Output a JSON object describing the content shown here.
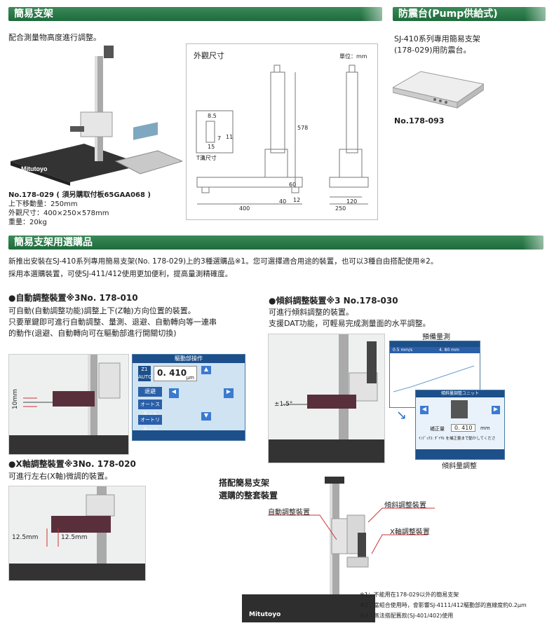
{
  "sec1": {
    "title": "簡易支架",
    "desc": "配合測量物高度進行調整。",
    "model": "No.178-029 ( 須另購取付板65GAA068 )",
    "spec1": "上下移動量：250mm",
    "spec2": "外觀尺寸：400×250×578mm",
    "spec3": "重量：20kg",
    "drawing": {
      "title": "外觀尺寸",
      "unit": "單位：mm",
      "groove": "T溝尺寸",
      "d_85": "8.5",
      "d_7": "7",
      "d_11": "11",
      "d_15": "15",
      "d_578": "578",
      "d_60": "60",
      "d_40": "40",
      "d_12": "12",
      "d_400": "400",
      "d_120": "120",
      "d_250": "250"
    }
  },
  "sec2": {
    "title": "防震台(Pump供給式)",
    "desc1": "SJ-410系列專用簡易支架",
    "desc2": "(178-029)用防震台。",
    "model": "No.178-093"
  },
  "sec3": {
    "title": "簡易支架用選購品",
    "intro1": "新推出安裝在SJ-410系列專用簡易支架(No. 178-029)上的3種選購品※1。您可選擇適合用途的裝置，也可以3種自由搭配使用※2。",
    "intro2": "採用本選購裝置，可使SJ-411/412使用更加便利，提高量測精確度。"
  },
  "auto": {
    "title": "●自動調整裝置※3No. 178-010",
    "d1": "可自動(自動調整功能)調整上下(Z軸)方向位置的裝置。",
    "d2": "只要單鍵即可進行自動調整、量測、退避、自動轉向等一連串",
    "d3": "的動作(退避、自動轉向可在驅動部進行開關切換)",
    "dim": "10mm",
    "screen": {
      "title": "驅動部操作",
      "mode": "Z1 AUTO",
      "value": "0. 410",
      "unit": "μm",
      "btn1": "退避",
      "btn2": "オートスタート",
      "btn3": "オートリターン"
    }
  },
  "tilt": {
    "title": "●傾斜調整裝置※3 No.178-030",
    "d1": "可進行傾斜調整的裝置。",
    "d2": "支援DAT功能，可輕易完成測量面的水平調整。",
    "angle": "±1.5°",
    "pre": "預備量測",
    "post": "傾斜量調整",
    "s1_val": "0.5 mm/s",
    "s1_len": "4. 80 mm",
    "s2_title": "傾斜量調整ユニット",
    "s2_label": "補正量",
    "s2_val": "0. 410",
    "s2_unit": "mm",
    "s2_note": "ｲﾝﾃﾞｯｸｽ:  ﾀﾞｲﾔﾙ  を補正量まで動かしてくださ"
  },
  "xaxis": {
    "title": "●X軸調整裝置※3No. 178-020",
    "d1": "可進行左右(X軸)微調的裝置。",
    "dim_l": "12.5mm",
    "dim_r": "12.5mm"
  },
  "combo": {
    "title1": "搭配簡易支架",
    "title2": "選購的整套裝置",
    "l_auto": "自動調整裝置",
    "l_tilt": "傾斜調整裝置",
    "l_x": "X軸調整裝置"
  },
  "notes": {
    "n1": "※1：不能用在178-029以外的簡易支架",
    "n2": "※2：當組合使用時，會影響SJ-4111/412驅動部的直線度約0.2μm",
    "n3": "※3：無法搭配舊款(SJ-401/402)使用"
  },
  "brand": "Mitutoyo",
  "colors": {
    "green": "#1e6a3c",
    "accent": "#2c7a4a"
  }
}
